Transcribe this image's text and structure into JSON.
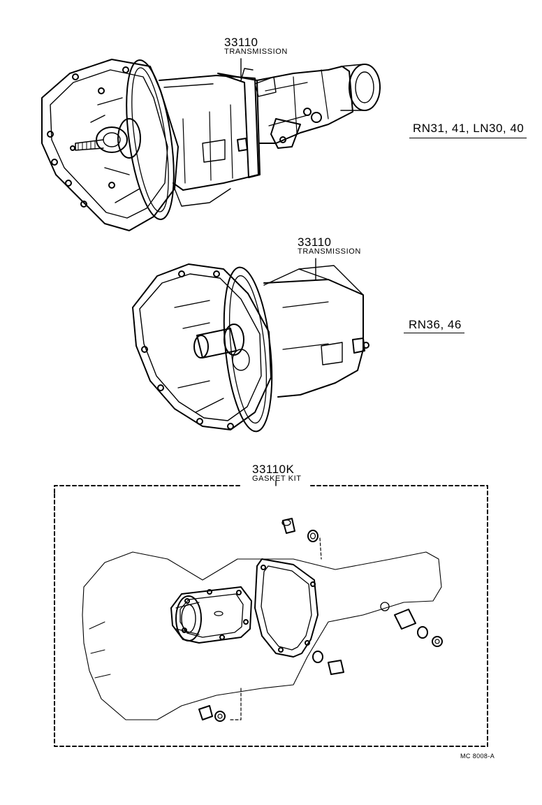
{
  "callouts": [
    {
      "part_number": "33110",
      "part_name": "TRANSMISSION"
    },
    {
      "part_number": "33110",
      "part_name": "TRANSMISSION"
    },
    {
      "part_number": "33110K",
      "part_name": "GASKET KIT"
    }
  ],
  "applications": [
    "RN31, 41, LN30, 40",
    "RN36, 46"
  ],
  "reference_code": "MC 8008-A",
  "icons": [
    "transmission-long-illustration",
    "transmission-short-illustration",
    "gasket-kit-illustration"
  ]
}
